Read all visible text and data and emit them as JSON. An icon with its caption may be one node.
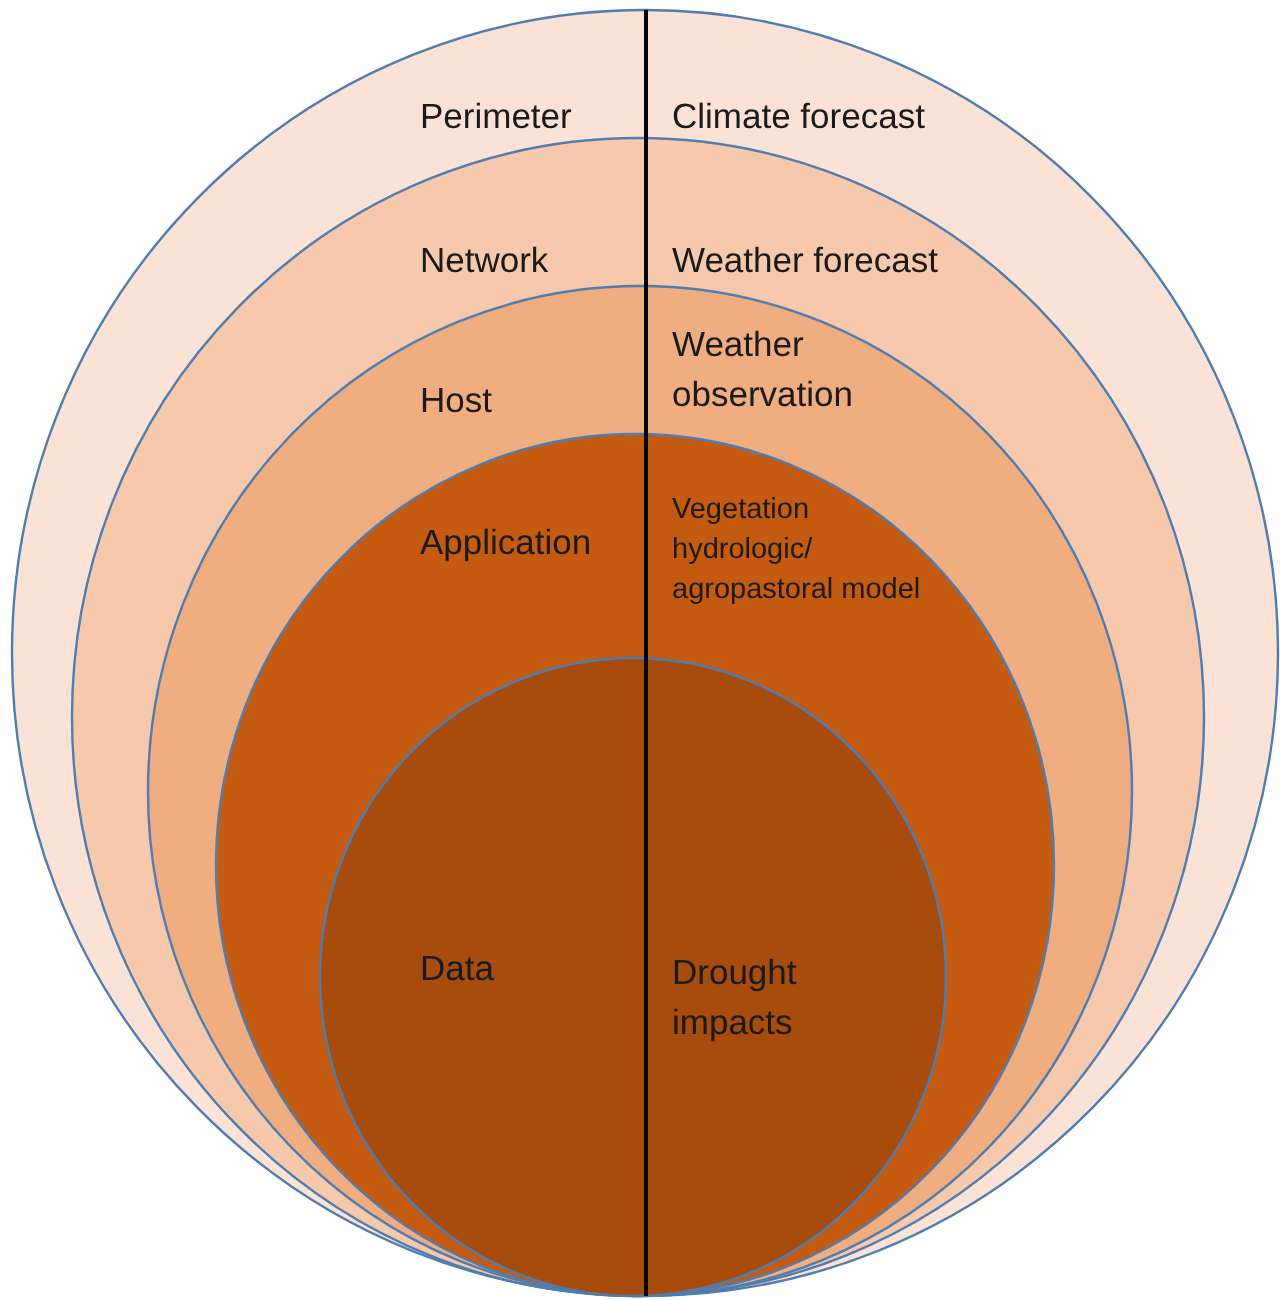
{
  "diagram": {
    "nodes": [
      {
        "text": [
          "Perimeter",
          "Climate forecast"
        ]
      },
      {
        "text": [
          "Network",
          "Weather forecast"
        ],
        "in": 0
      },
      {
        "text": [
          "Host",
          "Weather observation"
        ],
        "in": 1
      },
      {
        "text": [
          "Application",
          "Vegetation hydrologic/ agropastoral model"
        ],
        "in": 2
      },
      {
        "text": [
          "Data",
          "Drought impacts"
        ],
        "in": 3
      }
    ]
  }
}
